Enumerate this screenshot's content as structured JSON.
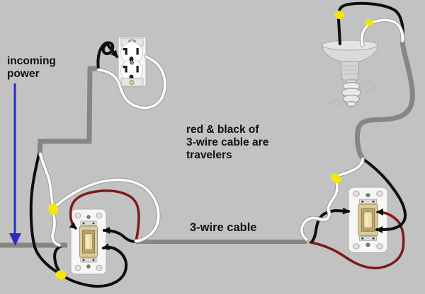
{
  "labels": {
    "incoming_power": "incoming\npower",
    "travelers_note": "red & black of\n3-wire cable are\ntravelers",
    "three_wire_cable": "3-wire cable"
  },
  "colors": {
    "background": "#c2c2c2",
    "cable_sheath": "#868686",
    "wire_black": "#0d0d0d",
    "wire_white": "#ffffff",
    "wire_white_edge": "#9b9b9b",
    "wire_red": "#7d1a1a",
    "wire_nut": "#f4e60d",
    "incoming_arrow": "#2b2bc4",
    "arrowhead": "#0d0d0d"
  },
  "devices": [
    "duplex-outlet",
    "light-fixture",
    "three-way-switch-1",
    "three-way-switch-2"
  ]
}
